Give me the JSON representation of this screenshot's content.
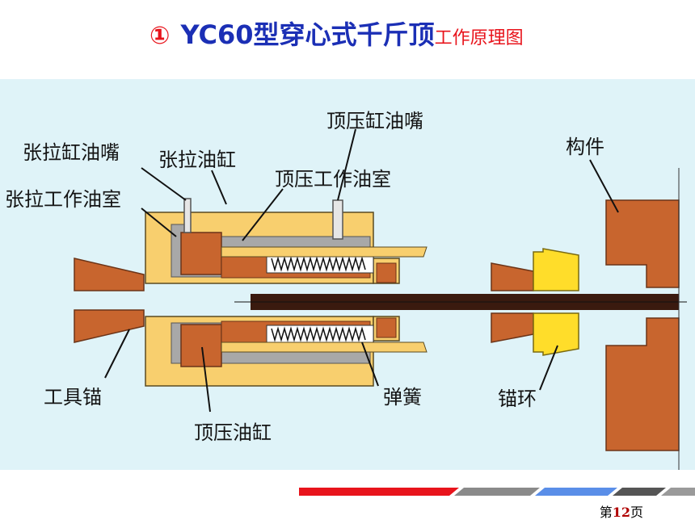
{
  "title": {
    "number": "①",
    "main": "YC60型穿心式千斤顶",
    "sub": "工作原理图"
  },
  "labels": {
    "zhangla_nozzle": "张拉缸油嘴",
    "zhangla_chamber": "张拉工作油室",
    "zhangla_cylinder": "张拉油缸",
    "dingya_nozzle": "顶压缸油嘴",
    "dingya_chamber": "顶压工作油室",
    "tool_anchor": "工具锚",
    "dingya_cylinder": "顶压油缸",
    "spring": "弹簧",
    "anchor_ring": "锚环",
    "member": "构件"
  },
  "footer": {
    "page_prefix": "第",
    "page_number": "12",
    "page_suffix": "页"
  },
  "colors": {
    "background": "#dff3f8",
    "body": "#f8cf6e",
    "piston": "#c8652e",
    "chamber": "#a8a8a8",
    "strand": "#3a1a0f",
    "anchor_ring": "#ffdd2a",
    "title_red": "#e8141c",
    "title_blue": "#1b2fb5"
  }
}
